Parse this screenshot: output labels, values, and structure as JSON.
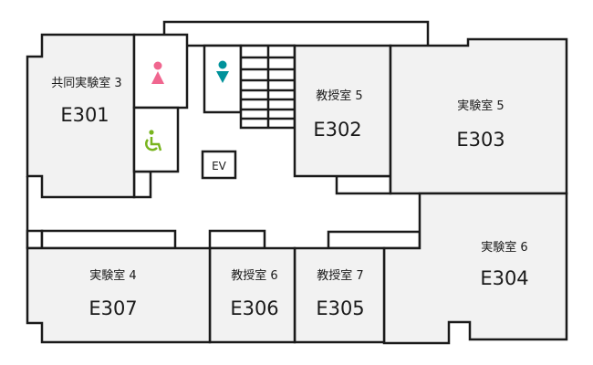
{
  "rooms": {
    "e301": {
      "name": "共同実験室 3",
      "code": "E301"
    },
    "e302": {
      "name": "教授室 5",
      "code": "E302"
    },
    "e303": {
      "name": "実験室 5",
      "code": "E303"
    },
    "e304": {
      "name": "実験室 6",
      "code": "E304"
    },
    "e305": {
      "name": "教授室 7",
      "code": "E305"
    },
    "e306": {
      "name": "教授室 6",
      "code": "E306"
    },
    "e307": {
      "name": "実験室 4",
      "code": "E307"
    }
  },
  "elevator": {
    "label": "EV"
  },
  "icons": {
    "womens_restroom": "female-icon",
    "mens_restroom": "male-icon",
    "accessible_restroom": "wheelchair-icon"
  },
  "colors": {
    "female": "#f0668f",
    "male": "#00929b",
    "accessible": "#78b41e",
    "room_fill": "#f2f2f2"
  }
}
